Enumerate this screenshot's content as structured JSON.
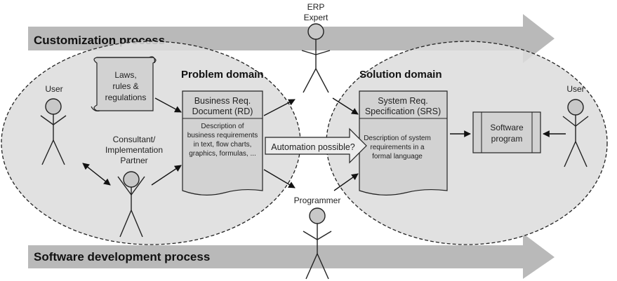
{
  "bands": {
    "top": "Customization process",
    "bottom": "Software development process"
  },
  "domains": {
    "problem": "Problem domain",
    "solution": "Solution domain"
  },
  "actors": {
    "user_left": "User",
    "consultant_line1": "Consultant/",
    "consultant_line2": "Implementation",
    "consultant_line3": "Partner",
    "erp_line1": "ERP",
    "erp_line2": "Expert",
    "programmer": "Programmer",
    "user_right": "User"
  },
  "laws": {
    "line1": "Laws,",
    "line2": "rules &",
    "line3": "regulations"
  },
  "rd": {
    "title1": "Business Req.",
    "title2": "Document (RD)",
    "desc1": "Description of",
    "desc2": "business requirements",
    "desc3": "in text, flow charts,",
    "desc4": "graphics, formulas, ..."
  },
  "srs": {
    "title1": "System Req.",
    "title2": "Specification (SRS)",
    "desc1": "Description of system",
    "desc2": "requirements in a",
    "desc3": "formal language"
  },
  "automation": "Automation possible?",
  "software": {
    "line1": "Software",
    "line2": "program"
  },
  "colors": {
    "band": "#b9b9b9",
    "ellipse": "#dddddd",
    "document": "#d2d2d2",
    "stroke": "#222222",
    "head": "#c8c8c8"
  }
}
